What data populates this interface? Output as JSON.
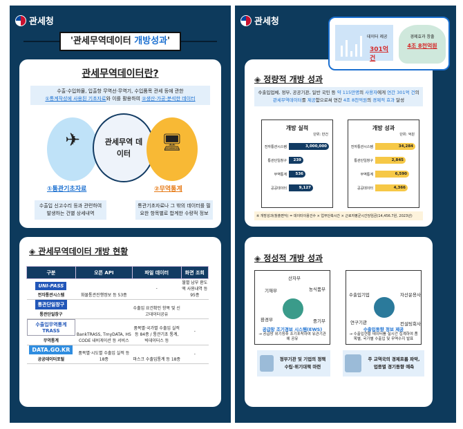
{
  "org": "관세청",
  "left": {
    "banner": {
      "prefix": "'관세무역데이터 ",
      "highlight": "개방성과",
      "suffix": "'"
    },
    "what": {
      "title": "관세무역데이터란?",
      "desc_line1": "수출·수입화물, 입출항 무역선·무역기, 수입품목 관세 등에 관한",
      "desc_a": "①통계작성에 사용된 기초자료",
      "desc_mid": "와 이를 활용하여 ",
      "desc_b": "②생산·가공·분석한 데이터",
      "center": "관세무역 데이터",
      "left_label": "①통관기초자료",
      "right_label": "②무역통계",
      "left_desc": "수출입 신고수리 등과 관련하여 발생하는 건별 상세내역",
      "right_desc": "통관기초자료나 그 밖의 데이터를 필요한 항목별로 합계한 수량적 정보"
    },
    "status": {
      "title": "◈ 관세무역데이터 개방 현황",
      "headers": [
        "구분",
        "오픈 API",
        "파일 데이터",
        "화면 조회"
      ],
      "rows": [
        {
          "logo": "UNI-PASS",
          "name": "전자통관시스템",
          "api": "화물통관진행정보 등 53종",
          "file": "-",
          "screen": "월별 납부 환도액 사용내역 등 95종"
        },
        {
          "logo": "통관단일창구",
          "name": "통관단일창구",
          "api": "",
          "file": "수출입 요건확인 항목 및 신고데이터공유",
          "screen": ""
        },
        {
          "logo": "수출입무역통계 TRASS",
          "name": "무역통계",
          "api": "BankTRASS, TmyDATA, HS CODE 내비게이션 등 서비스",
          "file": "품목별·국가별 수출입 실적 등 84종 / 통관기초 통계, 빅데이터스 등",
          "screen": "-"
        },
        {
          "logo": "DATA.GO.KR",
          "name": "공공데이터포털",
          "api": "품목별·시도별 수출입 실적 등 18종",
          "file": "마스크 수출입통계 등 18종",
          "screen": "-"
        }
      ]
    }
  },
  "right": {
    "bubble": {
      "data_label": "데이터 제공",
      "data_value": "301억건",
      "effect_label": "경제효과 창출",
      "effect_value": "4조 8천억원"
    },
    "quant": {
      "title": "◈ 정량적 개방 성과",
      "desc_1": "수출입업체, 정부, 공공기관, 일반 국민 등 ",
      "desc_2": "약 115만명",
      "desc_3": "의 ",
      "desc_4": "사용자",
      "desc_5": "에게 ",
      "desc_6": "연간 301억 건",
      "desc_7": "의",
      "desc_8": "관세무역데이터",
      "desc_9": "를 ",
      "desc_10": "제공",
      "desc_11": "함으로써 연간 ",
      "desc_12": "4조 8천억원",
      "desc_13": "의 ",
      "desc_14": "경제적 효과",
      "desc_15": " 달성",
      "footnote": "※ 개방성과(창출편익) = 데이터이용건수 × 업무단축시간 × 근로자평균시간당임금(14,456.7원, 2023년)"
    },
    "qual": {
      "title": "◈ 정성적 개방 성과",
      "ews_nodes": [
        "산자부",
        "기재부",
        "농식품부",
        "환경부",
        "중기부"
      ],
      "ews_title": "공급망 조기경보 시스템(EWS)",
      "ews_desc": "→ 공급망 위기징후 조기포착하여 유관기관에 공유",
      "trade_nodes": [
        "수출입기업",
        "자산운용사",
        "연구기관",
        "컨설팅회사"
      ],
      "trade_title": "수출입동향 정보 제공",
      "trade_desc": "→ 수출입현황 데이터를 실시간 집계하여 품목별, 국가별 수출입 및 무역수지 발표",
      "effect1": "정부기관 및 기업의 정책수립·위기대책 마련",
      "effect2": "주 교역국의 경제흐름 파악, 업종별 경기동향 예측"
    }
  },
  "chart_data": [
    {
      "type": "bar",
      "title": "개방 실적",
      "unit": "단위: 만건",
      "categories": [
        "전자통관시스템",
        "통관단일창구",
        "무역통계",
        "공공데이터"
      ],
      "values": [
        3000000,
        239,
        536,
        9127
      ],
      "labels": [
        "3,000,000",
        "239",
        "536",
        "9,127"
      ],
      "color": "#123b63"
    },
    {
      "type": "bar",
      "title": "개방 성과",
      "unit": "단위: 억원",
      "categories": [
        "전자통관시스템",
        "통관단일창구",
        "무역통계",
        "공공데이터"
      ],
      "values": [
        34284,
        2845,
        6590,
        4366
      ],
      "labels": [
        "34,284",
        "2,845",
        "6,590",
        "4,366"
      ],
      "color": "#f6c846"
    }
  ]
}
